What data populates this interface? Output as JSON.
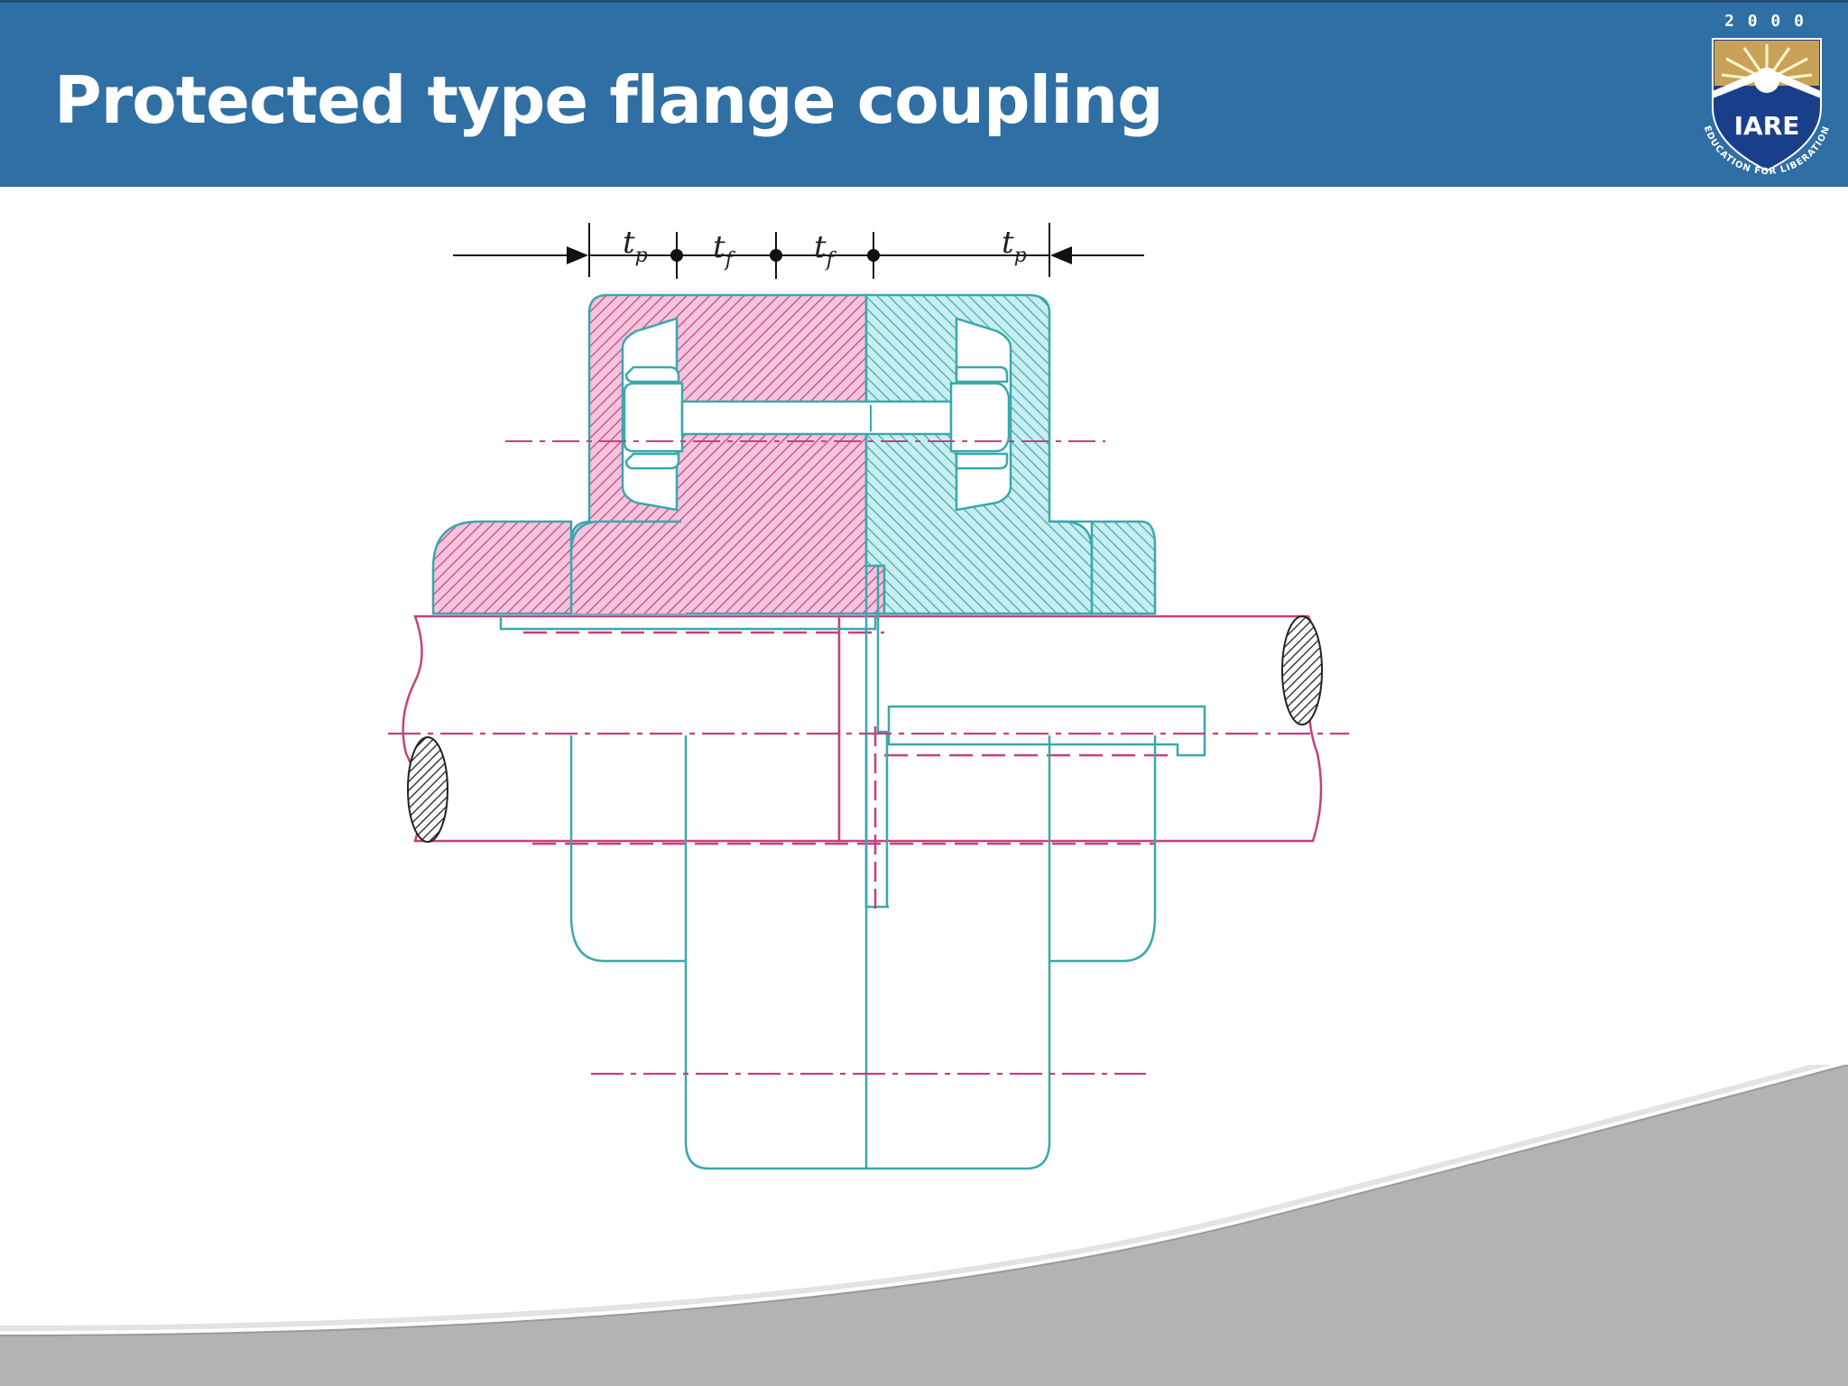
{
  "slide": {
    "title": "Protected type flange coupling"
  },
  "logo": {
    "year": "2 0 0 0",
    "name": "IARE",
    "motto": "EDUCATION FOR LIBERATION"
  },
  "diagram": {
    "dimension_labels": [
      {
        "main": "t",
        "sub": "p"
      },
      {
        "main": "t",
        "sub": "f"
      },
      {
        "main": "t",
        "sub": "f"
      },
      {
        "main": "t",
        "sub": "p"
      }
    ]
  },
  "colors": {
    "header": "#2f6fa3",
    "left_flange": "#d4508f",
    "right_flange": "#3cb4b8",
    "swoosh": "#b3b3b6"
  }
}
